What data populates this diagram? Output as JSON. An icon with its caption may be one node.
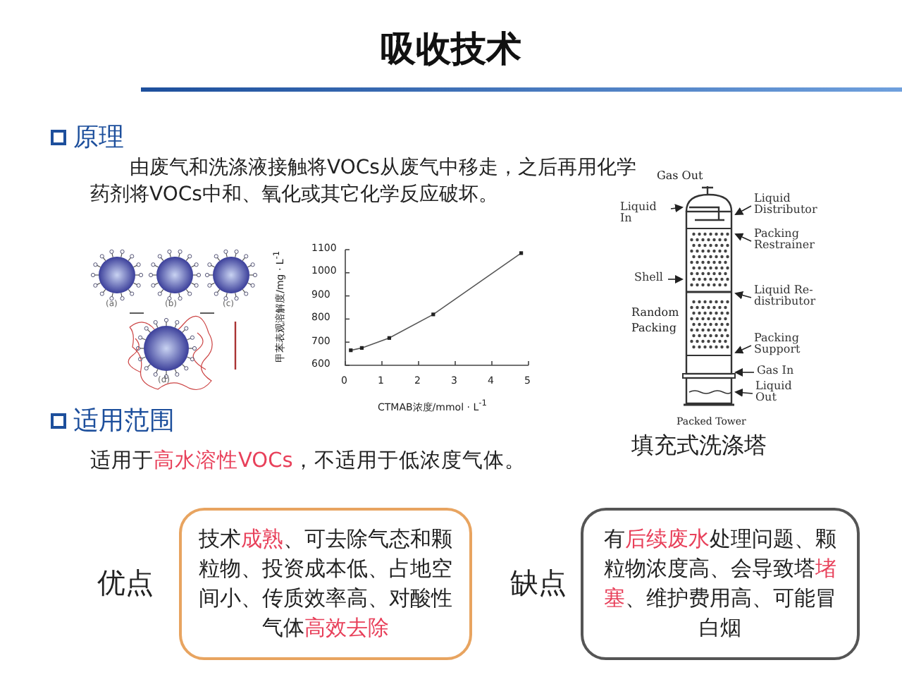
{
  "diagram": {
    "title": "吸收技术",
    "nodes": [
      {
        "text": [
          "优点",
          "技术**成熟**、可去除气态和颗粒物、投资成本低、占地空间小、传质效率高、对酸性气体**高效去除**"
        ]
      },
      {
        "text": [
          "缺点",
          "有**后续废水**处理问题、颗粒物浓度高、会导致塔**堵塞**、维护费用高、可能冒白烟"
        ]
      },
      {
        "text": [
          "Liquid In"
        ]
      },
      {
        "text": [
          "Liquid Distributor"
        ]
      },
      {
        "text": [
          "Packing Restrainer"
        ]
      },
      {
        "text": [
          "Shell"
        ]
      },
      {
        "text": [
          "Liquid Re-distributor"
        ]
      },
      {
        "text": [
          "Packing Support"
        ]
      },
      {
        "text": [
          "Gas In"
        ]
      },
      {
        "text": [
          "Liquid Out"
        ]
      },
      {
        "text": [],
        "shape": "picture"
      }
    ],
    "edges": [
      {
        "from": 2,
        "to": 10,
        "arrow": "to"
      },
      {
        "from": 3,
        "to": 10,
        "arrow": "to"
      },
      {
        "from": 4,
        "to": 10,
        "arrow": "to"
      },
      {
        "from": 5,
        "to": 10,
        "arrow": "to"
      },
      {
        "from": 6,
        "to": 10,
        "arrow": "to"
      },
      {
        "from": 7,
        "to": 10,
        "arrow": "to"
      },
      {
        "from": 8,
        "to": 10,
        "arrow": "to"
      },
      {
        "from": 9,
        "to": 10,
        "arrow": "to"
      }
    ],
    "labels": [
      "原理",
      "由废气和洗涤液接触将VOCs从废气中移走，之后再用化学药剂将VOCs中和、氧化或其它化学反应破坏。",
      "(a)",
      "(b)",
      "(c)",
      "(d)",
      "Gas Out",
      "Random Packing",
      "Packed Tower",
      "填充式洗涤塔",
      "适用范围",
      "适用于**高水溶性VOCs**，不适用于低浓度气体。"
    ],
    "chart_data": {
      "type": "line",
      "xlabel": "CTMAB浓度/mmol · L$^{-1}$",
      "ylabel": "甲苯表观溶解度/mg · L$^{-1}$",
      "x": [
        0.15,
        0.45,
        1.2,
        2.4,
        4.8
      ],
      "series": [
        {
          "color": "#555555",
          "marker": true,
          "values": [
            665,
            675,
            718,
            820,
            1085
          ]
        }
      ],
      "xlim": [
        0,
        5
      ],
      "ylim": [
        600,
        1100
      ],
      "xticks": [
        0,
        1,
        2,
        3,
        4,
        5
      ],
      "yticks": [
        600,
        700,
        800,
        900,
        1000,
        1100
      ]
    }
  }
}
